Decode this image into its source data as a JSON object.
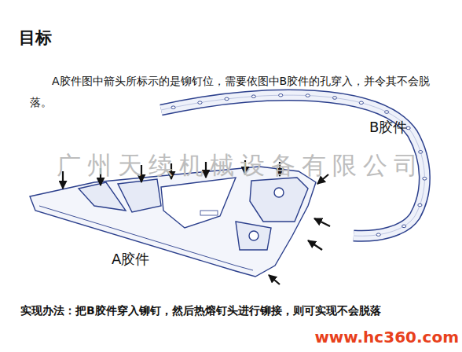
{
  "diagram": {
    "title": "目标",
    "labels": [
      "A胶件图中箭头所标示的是铆钉位，需要依图中B胶件的孔穿入，并令其不会脱落。",
      "B胶件",
      "广州天续机械设备有限公司",
      "A胶件",
      "实现办法：把B胶件穿入铆钉，然后热熔钉头进行铆接，则可实现不会脱落",
      "www.hc360.com"
    ]
  }
}
